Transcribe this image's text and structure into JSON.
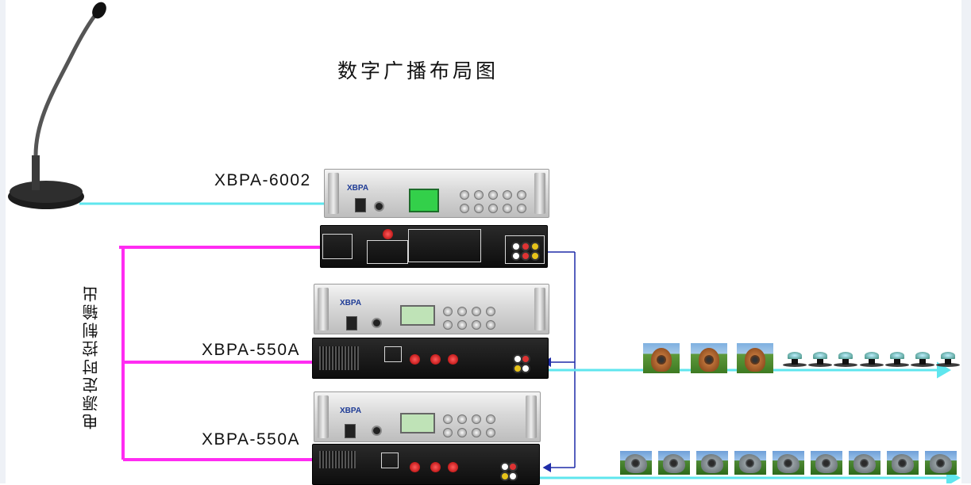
{
  "diagram": {
    "title": "数字广播布局图",
    "side_label": "电源定时控制输出",
    "devices": [
      {
        "model": "XBPA-6002",
        "brand": "XBPA"
      },
      {
        "model": "XBPA-550A",
        "brand": "XBPA"
      },
      {
        "model": "XBPA-550A",
        "brand": "XBPA"
      }
    ],
    "speakers": {
      "line1": {
        "garden_speakers": 3,
        "lawn_speakers": 7
      },
      "line2": {
        "rock_speakers": 9
      }
    },
    "colors": {
      "audio_line": "#5fe6ee",
      "power_line": "#ff2cf2",
      "signal_line": "#1f2ca8"
    }
  }
}
